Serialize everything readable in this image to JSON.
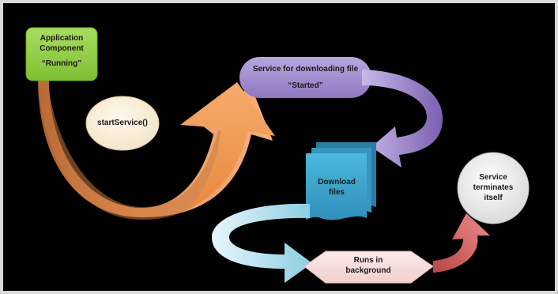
{
  "app_component": {
    "line1": "Application",
    "line2": "Component",
    "state": "“Running”"
  },
  "start_call": {
    "label": "startService()"
  },
  "service": {
    "title": "Service for downloading file",
    "state": "“Started”"
  },
  "download": {
    "line1": "Download",
    "line2": "files"
  },
  "background": {
    "line1": "Runs in",
    "line2": "background"
  },
  "terminate": {
    "line1": "Service",
    "line2": "terminates",
    "line3": "itself"
  },
  "colors": {
    "background": "#000000",
    "frame": "#d9d9d9",
    "app_green": "#8ccc3c",
    "arrow_orange": "#f2a05a",
    "service_purple": "#a088c8",
    "doc_blue": "#3ea8d0",
    "arrow_lightblue": "#bfe3ef",
    "hex_pink": "#f6dbdb",
    "arrow_red": "#d45c5c"
  }
}
